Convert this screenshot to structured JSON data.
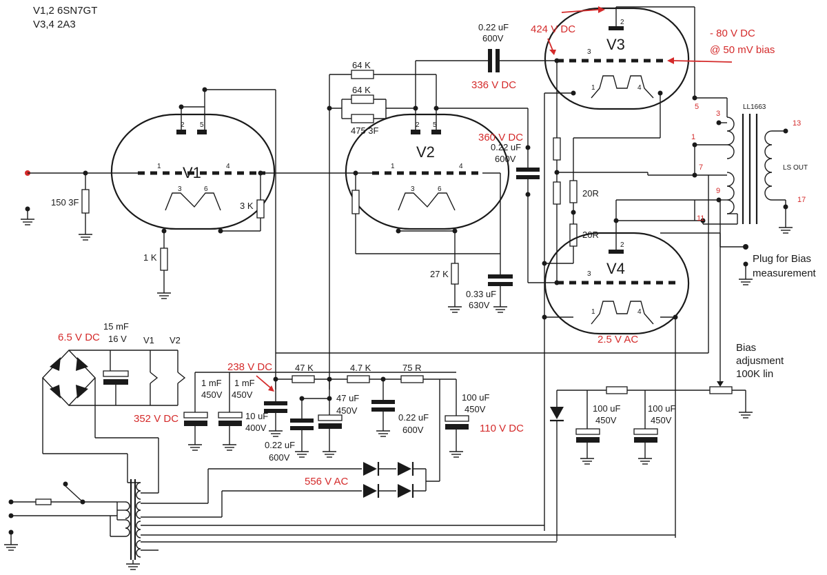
{
  "header": {
    "line1": "V1,2    6SN7GT",
    "line2": "V3,4    2A3"
  },
  "tubes": {
    "v1": "V1",
    "v2": "V2",
    "v3": "V3",
    "v4": "V4"
  },
  "pins": {
    "p1": "1",
    "p2": "2",
    "p3": "3",
    "p4": "4",
    "p5": "5",
    "p6": "6"
  },
  "components": {
    "r_150_3f": "150 3F",
    "r_1k": "1 K",
    "r_3k": "3 K",
    "r_64k_a": "64 K",
    "r_64k_b": "64 K",
    "r_475_3f": "475 3F",
    "r_27k": "27 K",
    "c_033_l1": "0.33 uF",
    "c_033_l2": "630V",
    "c_022_top_l1": "0.22 uF",
    "c_022_top_l2": "600V",
    "c_022_mid_l1": "0.22 uF",
    "c_022_mid_l2": "600V",
    "r_20r_a": "20R",
    "r_20r_b": "20R",
    "transformer": "LL1663",
    "ls_out": "LS OUT",
    "plug_l1": "Plug for Bias",
    "plug_l2": "measurement",
    "bias_l1": "Bias",
    "bias_l2": "adjusment",
    "bias_l3": "100K lin",
    "c_15mf_l1": "15 mF",
    "c_15mf_l2": "16 V",
    "sup_v1": "V1",
    "sup_v2": "V2",
    "c_1mf_a_l1": "1 mF",
    "c_1mf_a_l2": "450V",
    "c_1mf_b_l1": "1 mF",
    "c_1mf_b_l2": "450V",
    "c_10uf_l1": "10 uF",
    "c_10uf_l2": "400V",
    "c_022_bot_l1": "0.22 uF",
    "c_022_bot_l2": "600V",
    "r_47k": "47 K",
    "r_4_7k": "4.7 K",
    "r_75r": "75 R",
    "c_47uf_l1": "47 uF",
    "c_47uf_l2": "450V",
    "c_022_r_l1": "0.22 uF",
    "c_022_r_l2": "600V",
    "c_100uf_a_l1": "100 uF",
    "c_100uf_a_l2": "450V",
    "c_100uf_b_l1": "100 uF",
    "c_100uf_b_l2": "450V",
    "c_100uf_c_l1": "100 uF",
    "c_100uf_c_l2": "450V"
  },
  "xfmr_pins": {
    "p5": "5",
    "p3": "3",
    "p1": "1",
    "p7": "7",
    "p9": "9",
    "p11": "11",
    "p13": "13",
    "p17": "17"
  },
  "annotations": {
    "v424": "424 V DC",
    "v80": "- 80 V DC",
    "v80_sub": "@ 50 mV bias",
    "v336": "336 V DC",
    "v360": "360 V DC",
    "v25ac": "2.5 V AC",
    "v65": "6.5 V DC",
    "v238": "238 V DC",
    "v352": "352 V DC",
    "v110": "110 V DC",
    "v556": "556 V AC"
  },
  "colors": {
    "annotation": "#d42a2a",
    "wire": "#1a1a1a",
    "input_node": "#d42a2a"
  }
}
